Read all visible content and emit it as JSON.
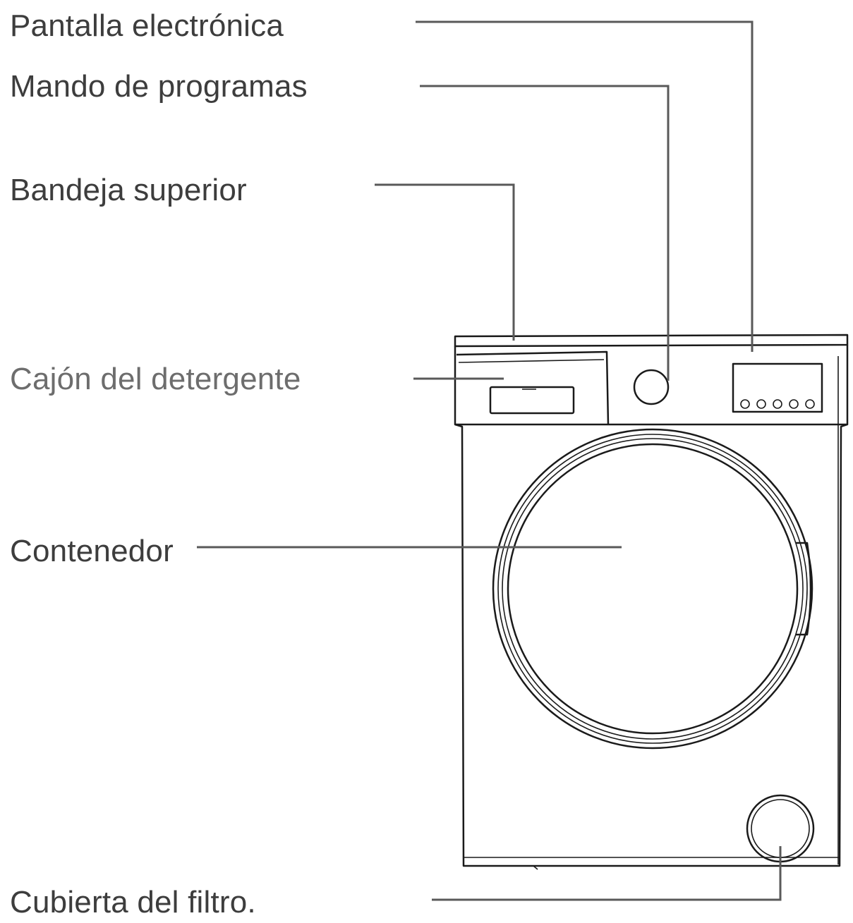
{
  "labels": {
    "pantalla_electronica": "Pantalla electrónica",
    "mando_de_programas": "Mando de programas",
    "bandeja_superior": "Bandeja superior",
    "cajon_del_detergente": "Cajón del detergente",
    "contenedor": "Contenedor",
    "cubierta_del_filtro": "Cubierta del filtro."
  },
  "colors": {
    "label_text": "#3d3d3d",
    "label_text_light": "#6d6d6d",
    "leader_line": "#595959",
    "outline": "#1a1a1a",
    "background": "#ffffff"
  }
}
